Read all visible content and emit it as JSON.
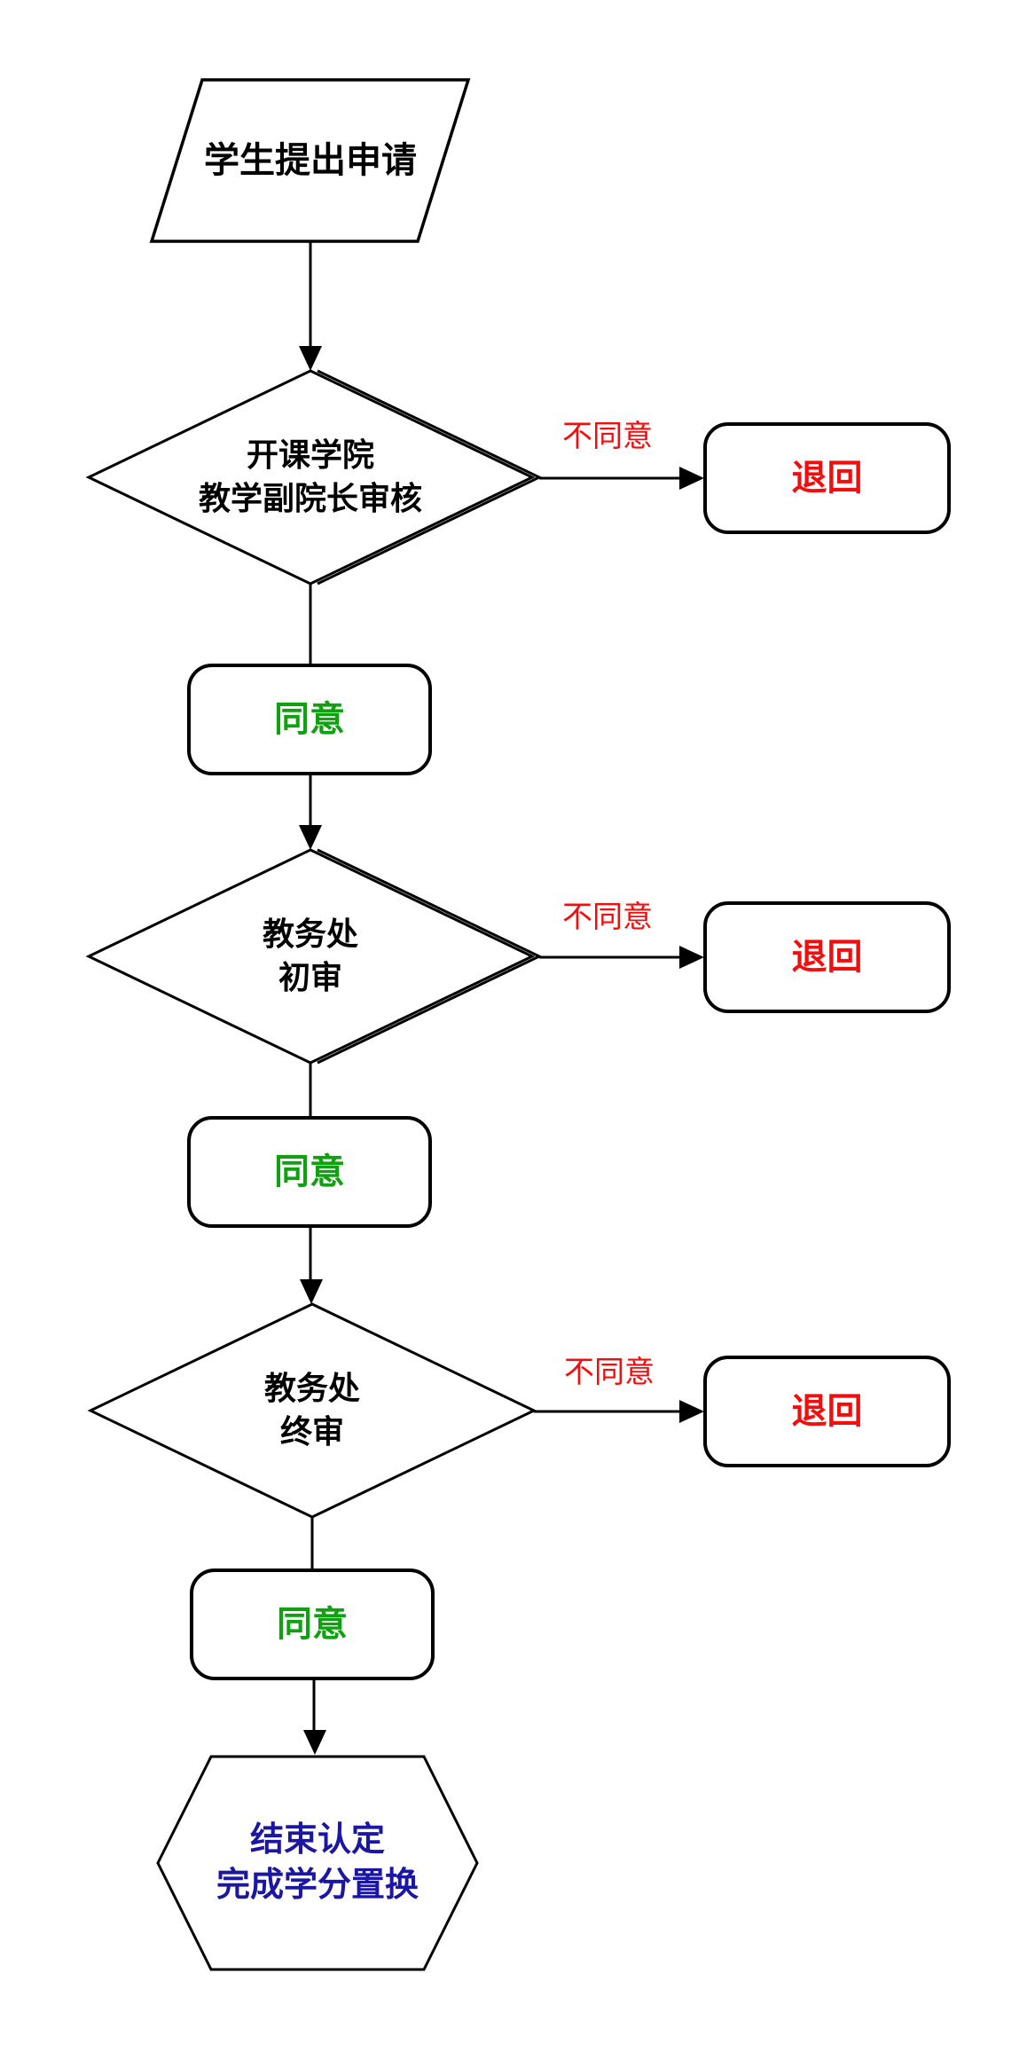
{
  "colors": {
    "shape_stroke": "#000000",
    "background": "#FFFFFF",
    "reject_text": "#F50D0D",
    "approve_text": "#11A011",
    "end_text": "#1B16A3"
  },
  "nodes": {
    "start": {
      "label": "学生提出申请"
    },
    "decisions": [
      {
        "label": "开课学院\n教学副院长审核"
      },
      {
        "label": "教务处\n初审"
      },
      {
        "label": "教务处\n终审"
      }
    ],
    "approve_boxes": [
      {
        "label": "同意"
      },
      {
        "label": "同意"
      },
      {
        "label": "同意"
      }
    ],
    "reject_boxes": [
      {
        "label": "退回"
      },
      {
        "label": "退回"
      },
      {
        "label": "退回"
      }
    ],
    "end": {
      "label": "结束认定\n完成学分置换"
    }
  },
  "edge_labels": {
    "reject": [
      "不同意",
      "不同意",
      "不同意"
    ]
  }
}
